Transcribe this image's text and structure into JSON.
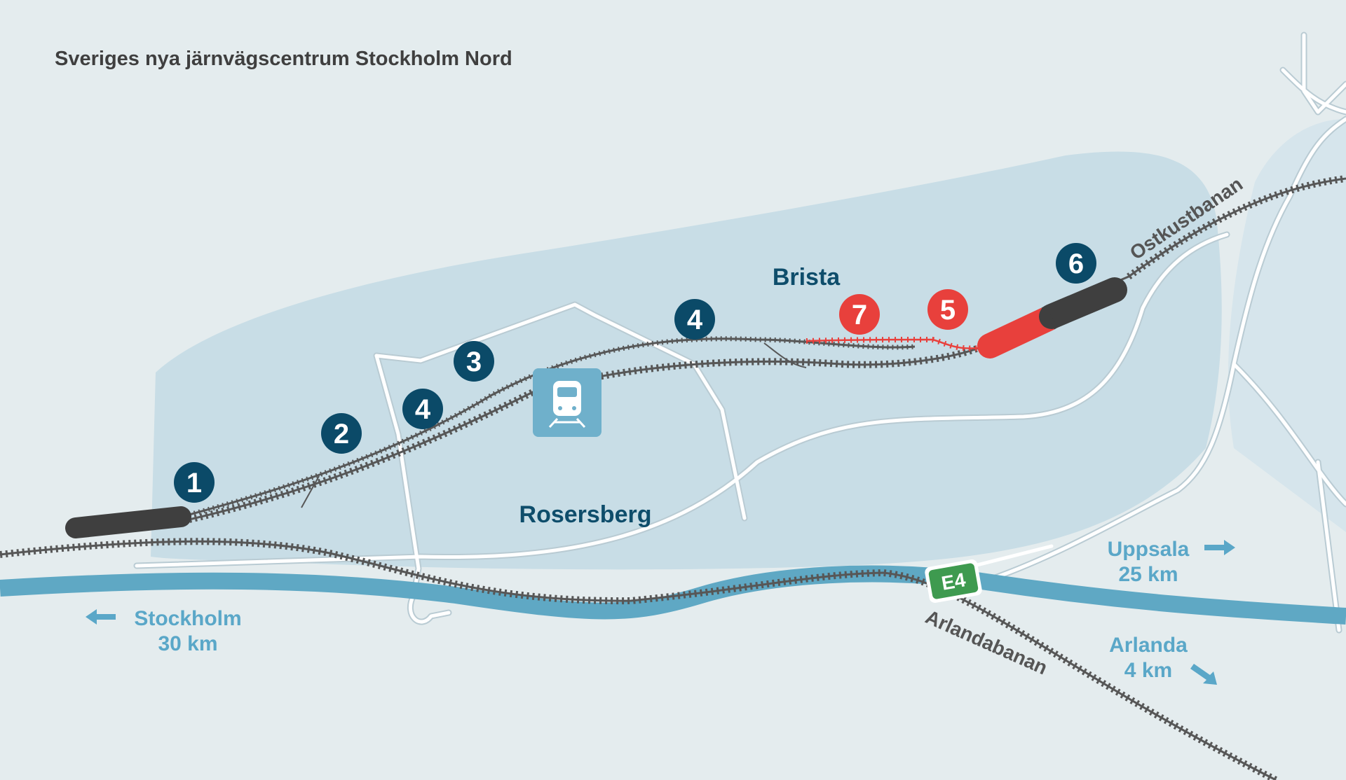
{
  "title": "Sveriges nya järnvägscentrum Stockholm Nord",
  "places": {
    "brista": "Brista",
    "rosersberg": "Rosersberg"
  },
  "railways": {
    "ostkustbanan": "Ostkustbanan",
    "arlandabanan": "Arlandabanan"
  },
  "road_shield": "E4",
  "destinations": {
    "stockholm": {
      "name": "Stockholm",
      "distance": "30 km",
      "arrow": "arrow-left-icon"
    },
    "uppsala": {
      "name": "Uppsala",
      "distance": "25 km",
      "arrow": "arrow-right-icon"
    },
    "arlanda": {
      "name": "Arlanda",
      "distance": "4 km",
      "arrow": "arrow-down-right-icon"
    }
  },
  "markers": [
    {
      "id": "m1",
      "label": "1",
      "status": "existing"
    },
    {
      "id": "m2",
      "label": "2",
      "status": "existing"
    },
    {
      "id": "m3",
      "label": "3",
      "status": "existing"
    },
    {
      "id": "m4a",
      "label": "4",
      "status": "existing"
    },
    {
      "id": "m4b",
      "label": "4",
      "status": "existing"
    },
    {
      "id": "m5",
      "label": "5",
      "status": "new"
    },
    {
      "id": "m6",
      "label": "6",
      "status": "existing"
    },
    {
      "id": "m7",
      "label": "7",
      "status": "new"
    }
  ],
  "station_icon": "train-station-icon",
  "colors": {
    "background": "#e4ecee",
    "area": "#c8dde6",
    "area_right": "#d6e5ec",
    "water": "#5fa8c4",
    "road": "#ffffff",
    "rail": "#575757",
    "new_rail": "#e8403c",
    "marker_existing": "#0b4a68",
    "marker_new": "#e8403c",
    "label_dark": "#0e4d6b",
    "label_light": "#5aa7c8",
    "title": "#3f3f3f",
    "e4_shield": "#3e9a4f",
    "station_icon_bg": "#6fb0cb"
  }
}
